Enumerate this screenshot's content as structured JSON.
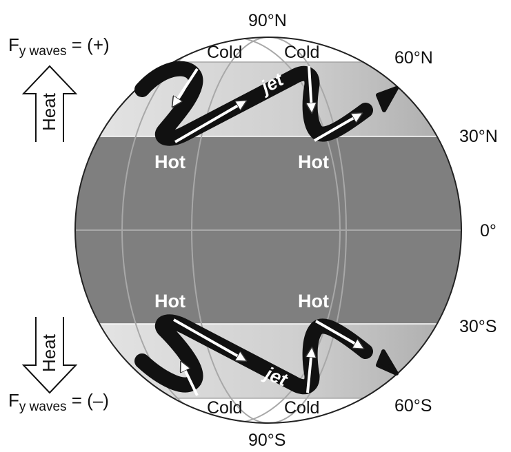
{
  "flux_north": {
    "symbol": "F",
    "subscript": "y waves",
    "value": " = (+)"
  },
  "flux_south": {
    "symbol": "F",
    "subscript": "y waves",
    "value": " = (–)"
  },
  "heat_north": "Heat",
  "heat_south": "Heat",
  "latitudes": {
    "n90": "90°N",
    "n60": "60°N",
    "n30": "30°N",
    "eq": "0°",
    "s30": "30°S",
    "s60": "60°S",
    "s90": "90°S"
  },
  "north": {
    "cold1": "Cold",
    "cold2": "Cold",
    "hot1": "Hot",
    "hot2": "Hot",
    "jet": "jet"
  },
  "south": {
    "cold1": "Cold",
    "cold2": "Cold",
    "hot1": "Hot",
    "hot2": "Hot",
    "jet": "jet"
  },
  "colors": {
    "tropics": "#7f7f7f",
    "midlat": "#c8c8c8",
    "polar": "#ffffff",
    "jet": "#111111"
  }
}
